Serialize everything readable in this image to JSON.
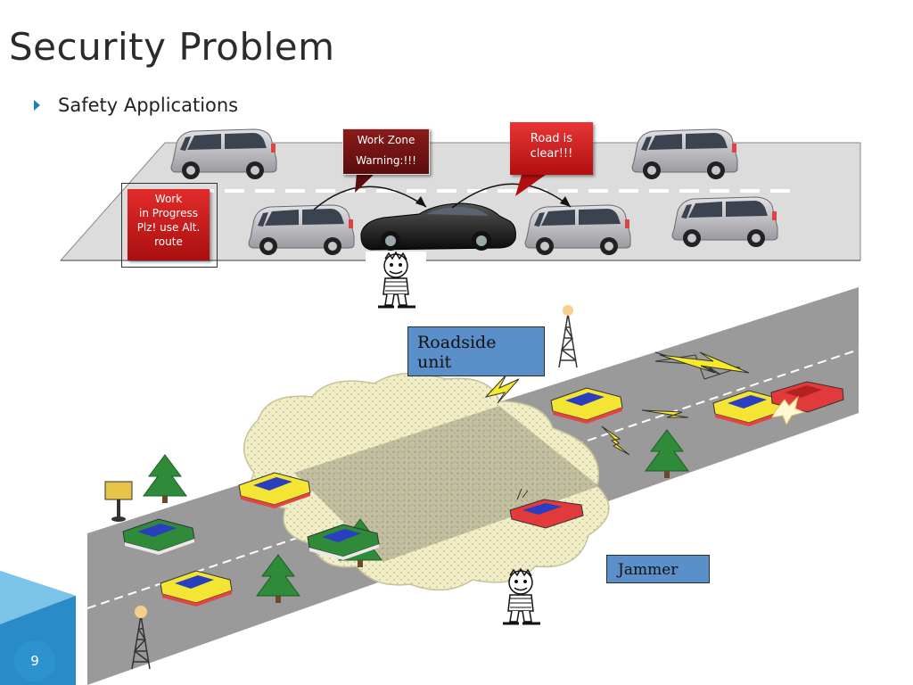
{
  "slide": {
    "title": "Security Problem",
    "bullet": "Safety Applications",
    "page_number": "9"
  },
  "top_scene": {
    "work_zone_callout": [
      "Work Zone",
      "Warning:!!!"
    ],
    "road_clear_callout": [
      "Road is",
      "clear!!!"
    ],
    "work_sign": [
      "Work",
      "in Progress",
      "Plz! use Alt.",
      "route"
    ]
  },
  "bottom_scene": {
    "roadside_label": [
      "Roadside",
      "unit"
    ],
    "jammer_label": "Jammer"
  },
  "colors": {
    "accent": "#1d7fb8",
    "callout_dark": "#6b1111",
    "callout_red": "#cc1f1f",
    "label_blue": "#5b8fc9",
    "van": "#b8b8bc",
    "sports_car": "#1a1a1a",
    "yellow_car": "#f4e433",
    "green_car": "#2f8a3a",
    "red_car": "#e23a3a",
    "tree": "#2f8a3a",
    "cloud": "#f3f0c8"
  }
}
